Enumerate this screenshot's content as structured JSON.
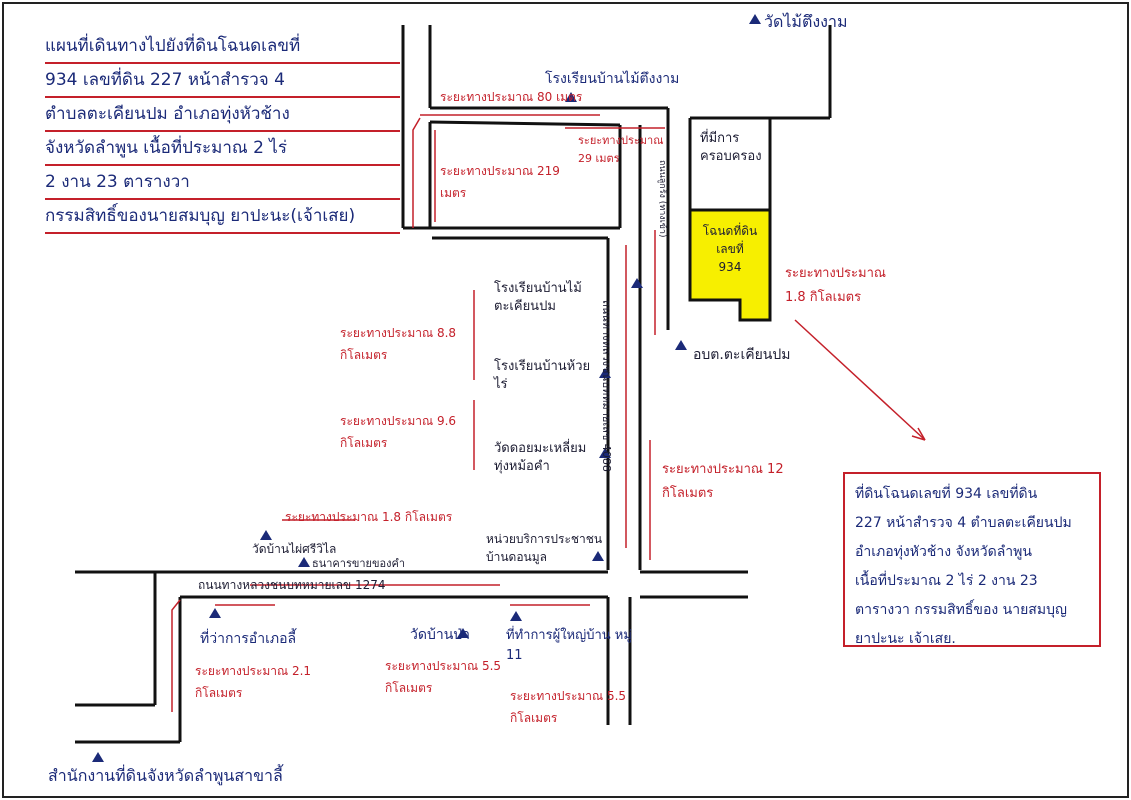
{
  "title_lines": [
    "แผนที่เดินทางไปยังที่ดินโฉนดเลขที่",
    "934 เลขที่ดิน 227 หน้าสำรวจ 4",
    "ตำบลตะเคียนปม อำเภอทุ่งหัวช้าง",
    "จังหวัดลำพูน เนื้อที่ประมาณ 2 ไร่",
    "2 งาน 23 ตารางวา",
    "กรรมสิทธิ์ของนายสมบุญ ยาปะนะ(เจ้าเสย)"
  ],
  "landmarks": {
    "wat_top": "วัดไม้ตึงงาม",
    "school_top": "โรงเรียนบ้านไม้ตึงงาม",
    "agri_office": "ที่มีการครอบครอง",
    "school_takhian": "โรงเรียนบ้านไม้ตะเคียนปม",
    "school_huai": "โรงเรียนบ้านห้วยไร่",
    "wat_mid": "วัดดอยมะเหลี่ยม ทุ่งหม้อคำ",
    "obt": "อบต.ตะเคียนปม",
    "service_center": "หน่วยบริการประชาชน บ้านดอนมูล",
    "wat_pa": "วัดบ้านไผ่ศรีวิไล",
    "business": "ธนาคารขายของคำ",
    "district_office": "ที่ว่าการอำเภอลี้",
    "wat_bottom": "วัดบ้านป่า",
    "headman": "ที่ทำการผู้ใหญ่บ้าน หมู่ 11",
    "land_office": "สำนักงานที่ดินจังหวัดลำพูนสาขาลี้"
  },
  "plot": {
    "line1": "โฉนดที่ดิน",
    "line2": "เลขที่",
    "line3": "934"
  },
  "roads": {
    "highway": "ถนนทางหลวงชนบทหมายเลข 1274",
    "vertical_road": "ถนนทางหลวงชนบทหมายเลข 4088",
    "side_lane": "ถนนลูกรัง (ทางเข้า)"
  },
  "distances": {
    "d_top": "ระยะทางประมาณ 80 เมตร",
    "d_219": "ระยะทางประมาณ 219 เมตร",
    "d_29": "ระยะทางประมาณ 29 เมตร",
    "d_18": "ระยะทางประมาณ 1.8 กิโลเมตร",
    "d_885": "ระยะทางประมาณ 8.8 กิโลเมตร",
    "d_96": "ระยะทางประมาณ 9.6 กิโลเมตร",
    "d_12": "ระยะทางประมาณ 12 กิโลเมตร",
    "d_18b": "ระยะทางประมาณ 1.8 กิโลเมตร",
    "d_21": "ระยะทางประมาณ 2.1 กิโลเมตร",
    "d_55a": "ระยะทางประมาณ 5.5 กิโลเมตร",
    "d_55b": "ระยะทางประมาณ 5.5 กิโลเมตร"
  },
  "info_lines": [
    "ที่ดินโฉนดเลขที่ 934 เลขที่ดิน",
    "227 หน้าสำรวจ 4 ตำบลตะเคียนปม",
    "อำเภอทุ่งหัวช้าง จังหวัดลำพูน",
    "เนื้อที่ประมาณ 2 ไร่ 2 งาน 23",
    "ตารางวา กรรมสิทธิ์ของ นายสมบุญ",
    "ยาปะนะ เจ้าเสย."
  ],
  "colors": {
    "ink_blue": "#1b2a78",
    "ink_red": "#c4202a",
    "road": "#111111",
    "plot_fill": "#f7ef00"
  }
}
